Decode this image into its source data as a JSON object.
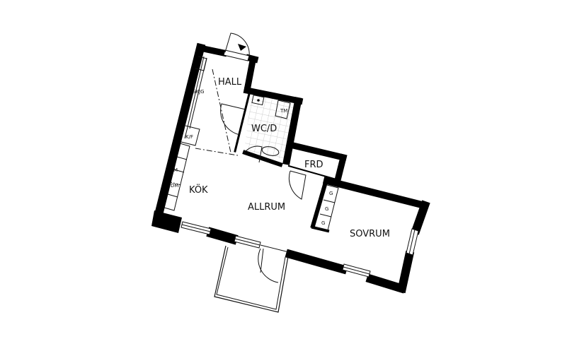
{
  "plan": {
    "rooms": {
      "hall": "HALL",
      "wc": "WC/D",
      "frd": "FRD",
      "kok": "KÖK",
      "allrum": "ALLRUM",
      "sovrum": "SOVRUM"
    },
    "fixtures": {
      "skjg": "SKJG",
      "kf": "K/F",
      "m": "M",
      "dm": "DM",
      "tm": "TM",
      "g1": "G",
      "g2": "G",
      "g3": "G"
    },
    "colors": {
      "wall": "#000000",
      "line": "#111111",
      "background": "#ffffff"
    }
  }
}
